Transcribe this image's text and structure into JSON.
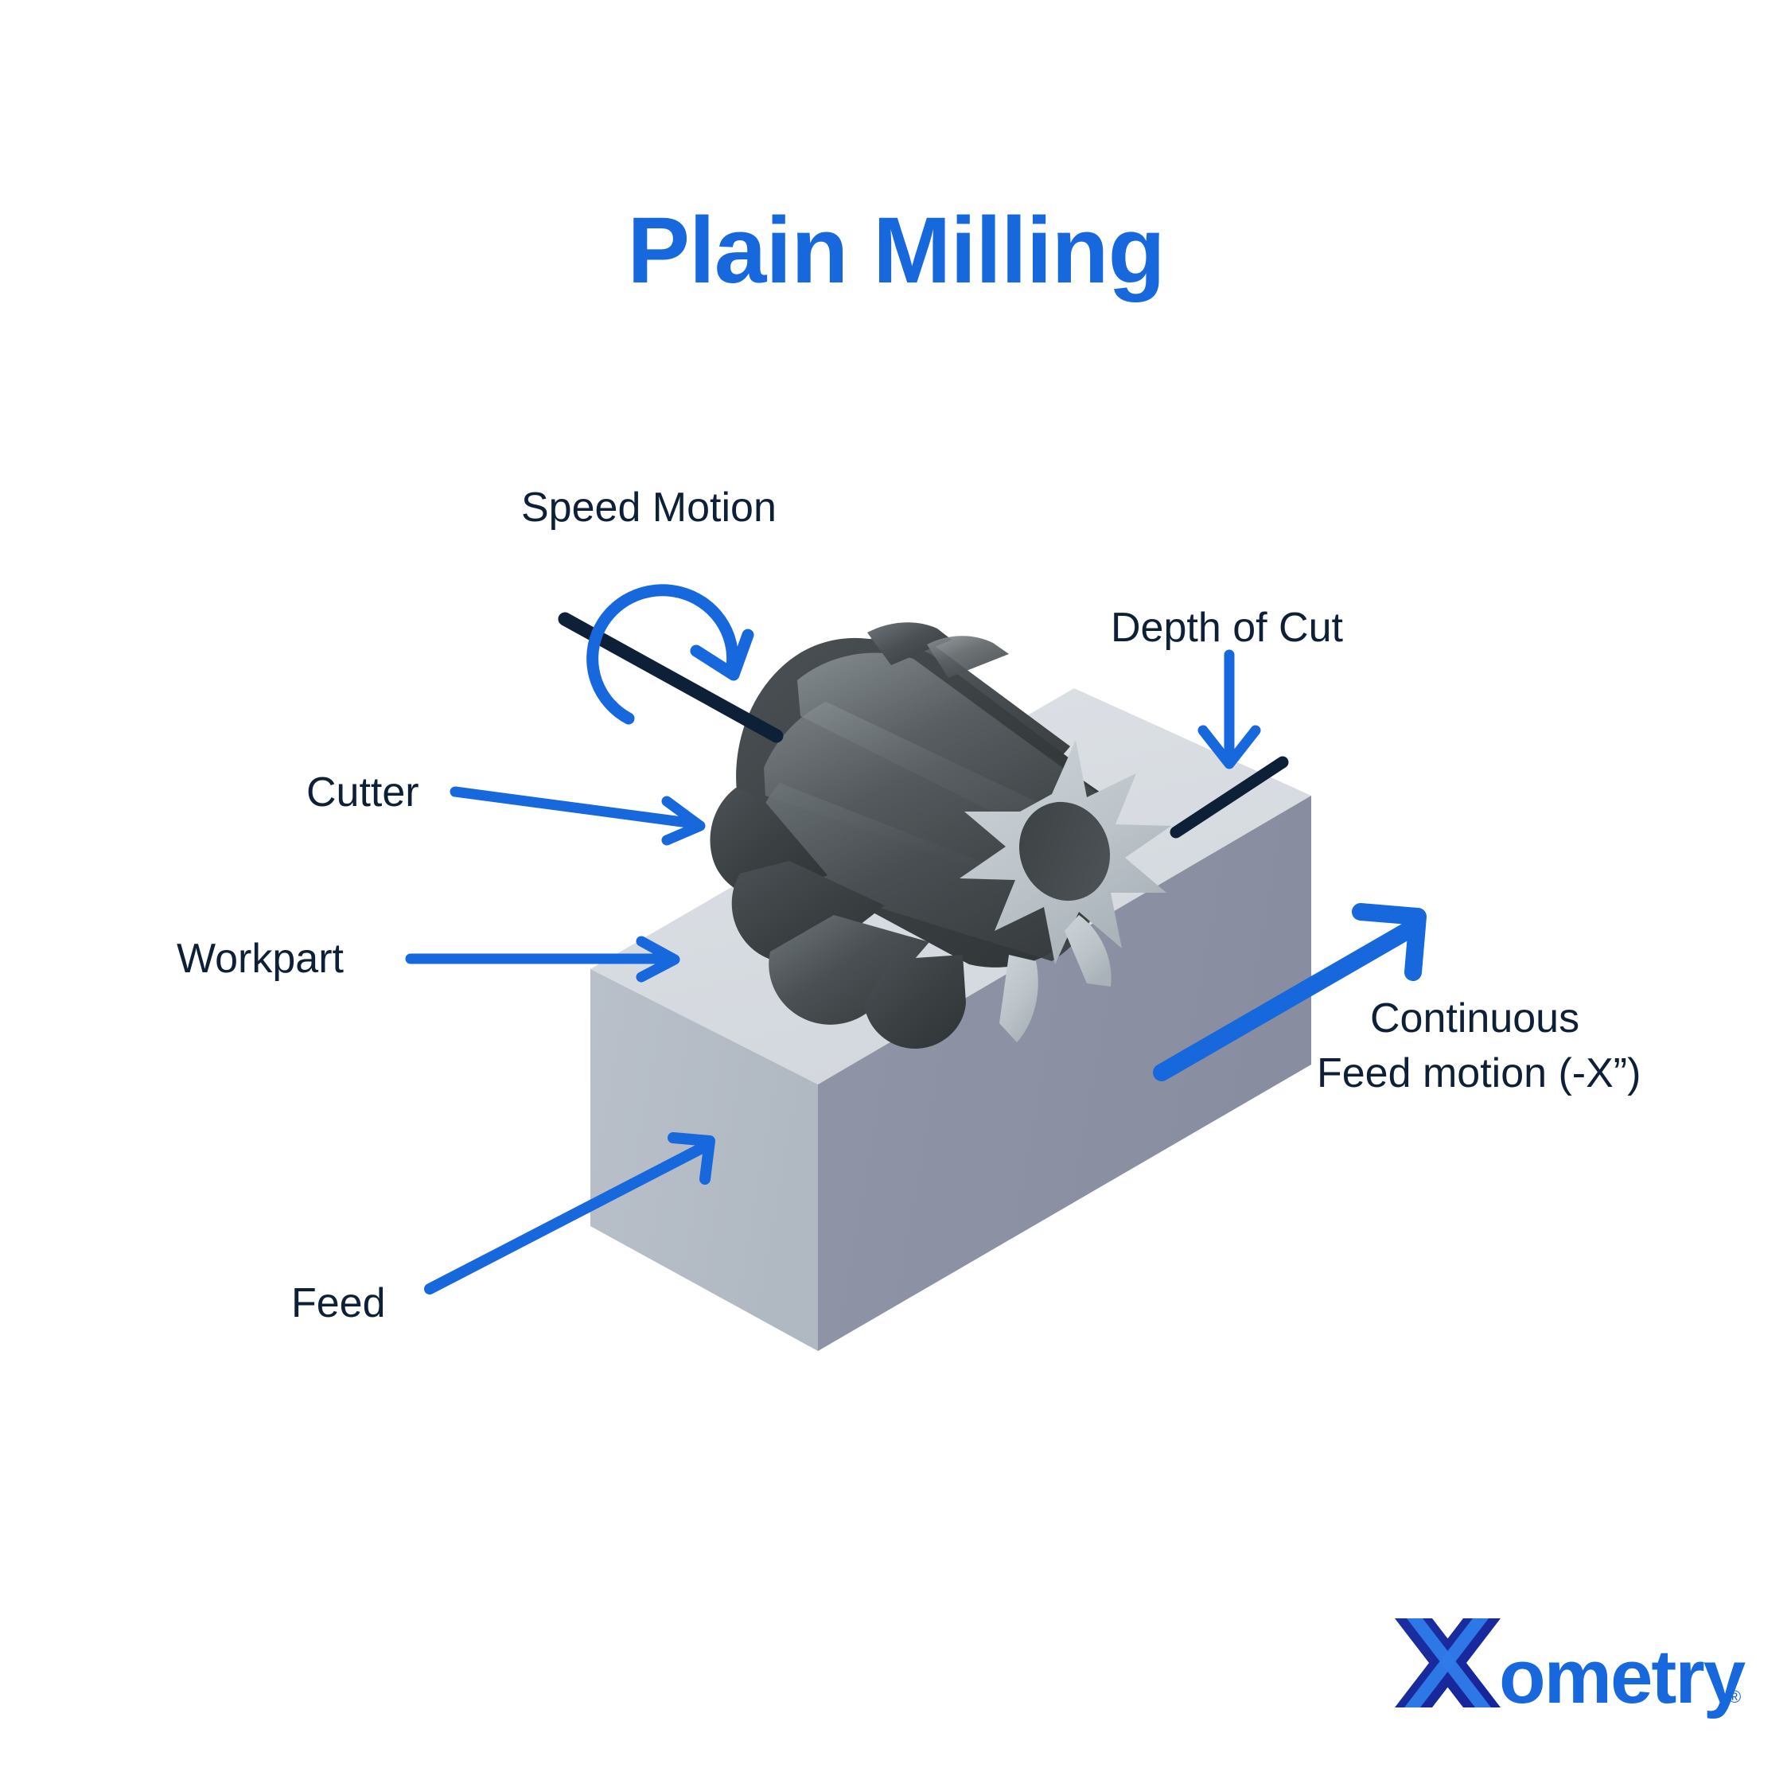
{
  "page": {
    "title": "Plain Milling",
    "background_color": "#ffffff",
    "title_color": "#1668dc",
    "label_color": "#0e2038",
    "arrow_color": "#1668dc",
    "axis_line_color": "#0e2038"
  },
  "labels": {
    "speed_motion": "Speed Motion",
    "depth_of_cut": "Depth of Cut",
    "cutter": "Cutter",
    "workpart": "Workpart",
    "feed": "Feed",
    "continuous_line1": "Continuous",
    "continuous_line2": "Feed motion (-X”)"
  },
  "icons": {
    "rotation_arrow": "rotation-arrow-icon",
    "down_arrow": "down-arrow-icon",
    "right_arrow": "right-arrow-icon",
    "diagonal_arrow": "diagonal-arrow-icon",
    "feed_arrow": "feed-arrow-icon",
    "milling_cutter": "milling-cutter-icon",
    "workpiece_block": "workpiece-block-icon"
  },
  "colors": {
    "block_top": "#d9dde2",
    "block_left": "#b5bcc6",
    "block_right": "#8c92a4",
    "cutter_dark": "#3e4346",
    "cutter_mid": "#585e61",
    "cutter_light": "#7c8386",
    "cutter_face": "#c3cbd0",
    "cutter_bore": "#44494c",
    "brand_blue": "#1668dc",
    "brand_navy": "#1b2fa0"
  },
  "logo": {
    "wordmark": "ometry",
    "registered": "®",
    "brand_name": "Xometry"
  }
}
